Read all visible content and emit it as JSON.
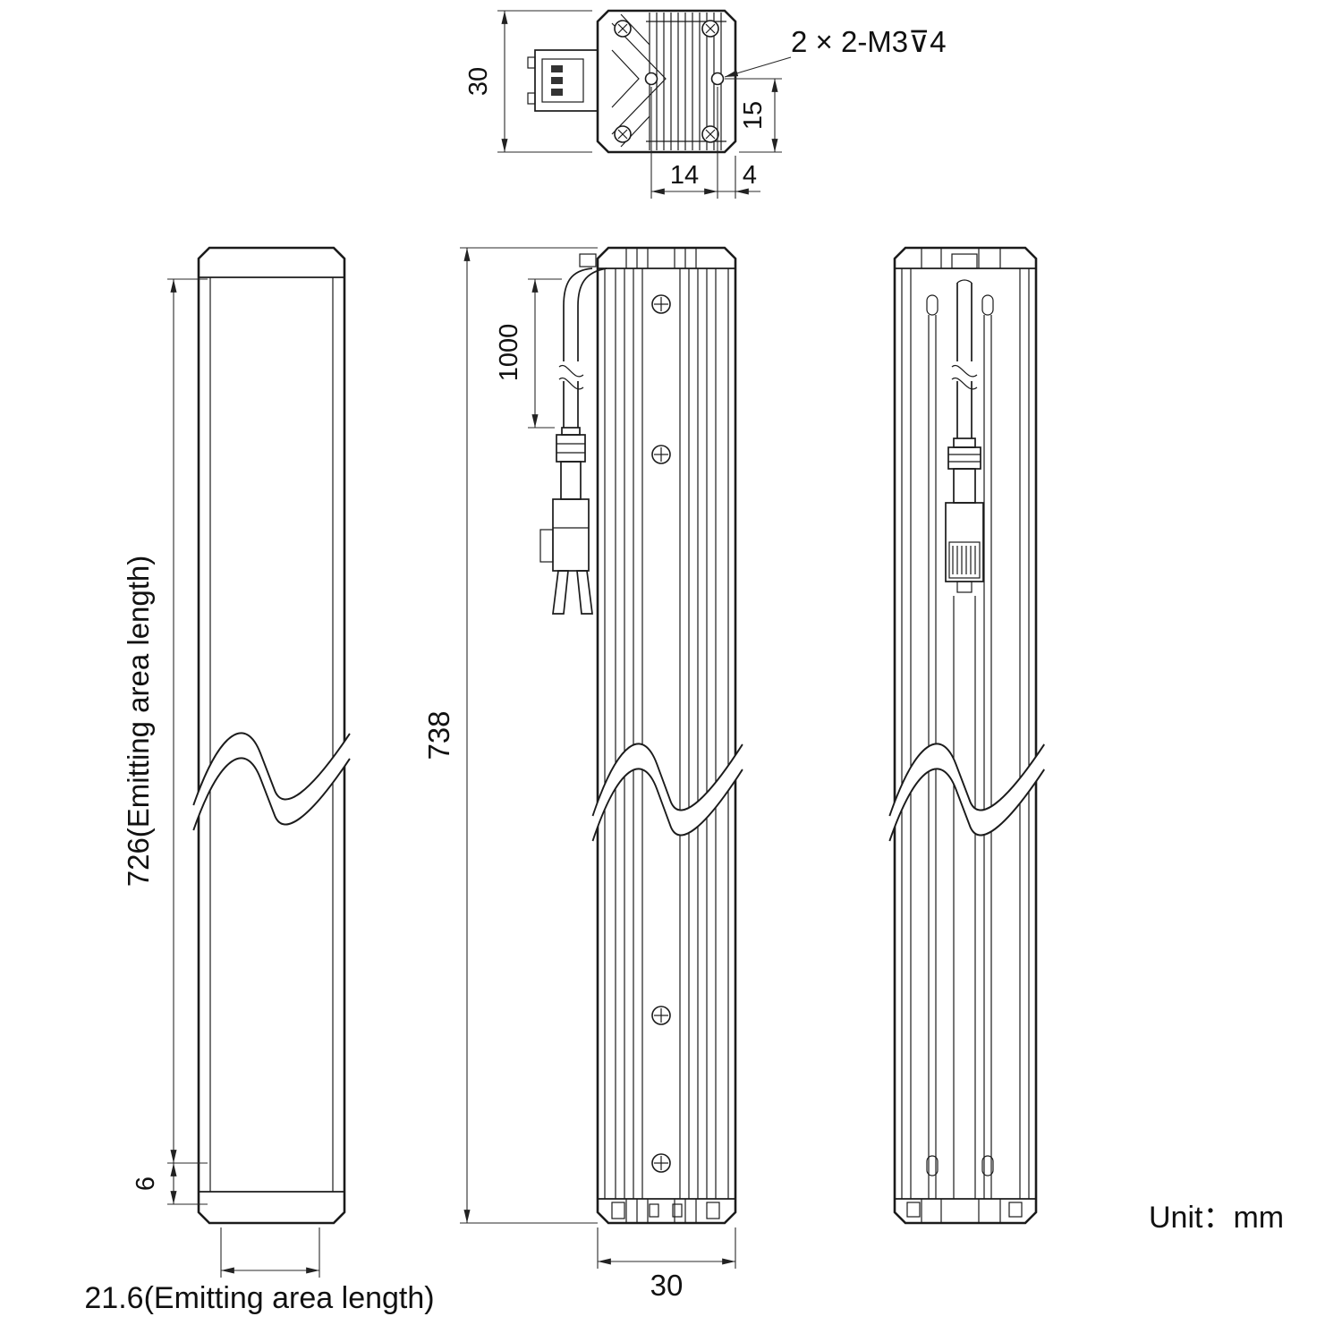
{
  "top_view": {
    "dims": {
      "height": "30",
      "spacing": "14",
      "edge": "4",
      "hole_offset": "15"
    },
    "thread_note": "2 × 2-M3⊽4"
  },
  "front_view": {
    "dims": {
      "emitting_length": "726(Emitting area length)",
      "bottom_gap": "6",
      "emitting_width": "21.6(Emitting area length)"
    }
  },
  "side_view": {
    "dims": {
      "cable_length": "1000",
      "overall_length": "738",
      "body_width": "30"
    }
  },
  "footer": {
    "unit_label": "Unit：mm"
  }
}
